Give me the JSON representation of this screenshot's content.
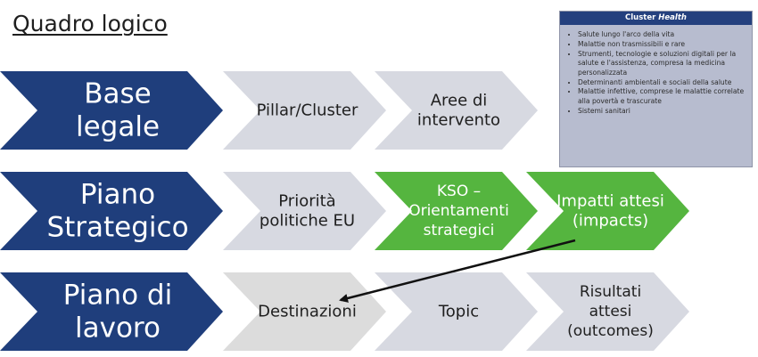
{
  "title": "Quadro logico",
  "colors": {
    "navy": "#1f3e7c",
    "light_gray": "#d7d9e1",
    "lighter_gray": "#dcdcdc",
    "green": "#55b53f",
    "box_bg": "#b7bccf",
    "box_header": "#24407e"
  },
  "rows": [
    {
      "label": [
        "Base",
        "legale"
      ],
      "steps": [
        {
          "lines": [
            "Pillar/Cluster"
          ],
          "style": "gray"
        },
        {
          "lines": [
            "Aree di",
            "intervento"
          ],
          "style": "gray"
        }
      ]
    },
    {
      "label": [
        "Piano",
        "Strategico"
      ],
      "steps": [
        {
          "lines": [
            "Priorità",
            "politiche EU"
          ],
          "style": "gray"
        },
        {
          "lines": [
            "KSO –",
            "Orientamenti",
            "strategici"
          ],
          "style": "green"
        },
        {
          "lines": [
            "Impatti attesi",
            "(impacts)"
          ],
          "style": "green"
        }
      ]
    },
    {
      "label": [
        "Piano di",
        "lavoro"
      ],
      "steps": [
        {
          "lines": [
            "Destinazioni"
          ],
          "style": "light"
        },
        {
          "lines": [
            "Topic"
          ],
          "style": "gray"
        },
        {
          "lines": [
            "Risultati",
            "attesi",
            "(outcomes)"
          ],
          "style": "gray"
        }
      ]
    }
  ],
  "cluster_box": {
    "title": "Cluster",
    "title_italic": "Health",
    "items": [
      "Salute lungo l'arco della vita",
      "Malattie non trasmissibili e rare",
      "Strumenti, tecnologie e soluzioni digitali per  la salute e l'assistenza, compresa la  medicina personalizzata",
      "Determinanti ambientali e sociali della salute",
      "Malattie infettive, comprese le malattie correlate  alla povertà e trascurate",
      "Sistemi sanitari"
    ]
  }
}
